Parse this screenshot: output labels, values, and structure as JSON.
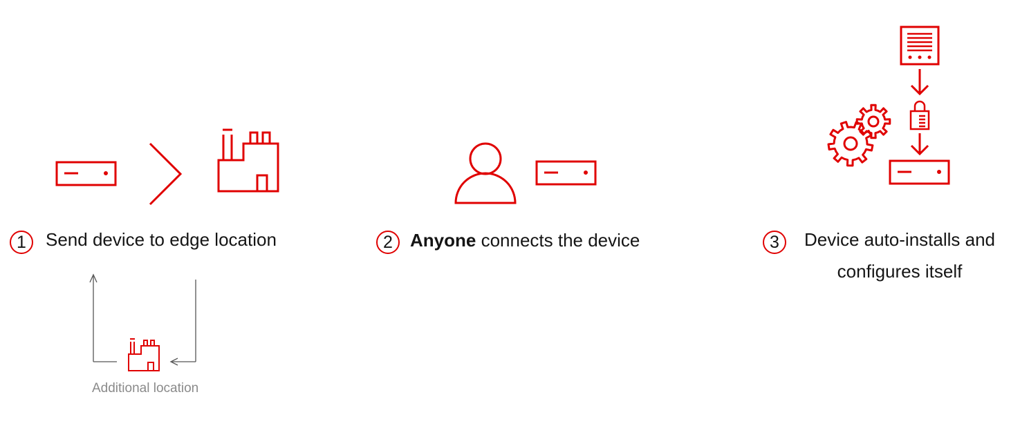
{
  "steps": [
    {
      "number": "1",
      "text": "Send device to edge location"
    },
    {
      "number": "2",
      "emphasis": "Anyone",
      "text": " connects the device"
    },
    {
      "number": "3",
      "text_line1": "Device auto-installs and",
      "text_line2": "configures itself"
    }
  ],
  "additional_location": {
    "label": "Additional location"
  },
  "colors": {
    "accent": "#e00000",
    "text": "#151515",
    "muted": "#8a8a8a",
    "arrow": "#555555"
  },
  "icons": [
    "device-icon",
    "chevron-right-icon",
    "factory-icon",
    "person-icon",
    "server-rack-icon",
    "arrow-down-icon",
    "lock-icon",
    "gears-icon",
    "arrow-up-icon",
    "arrow-left-icon"
  ]
}
